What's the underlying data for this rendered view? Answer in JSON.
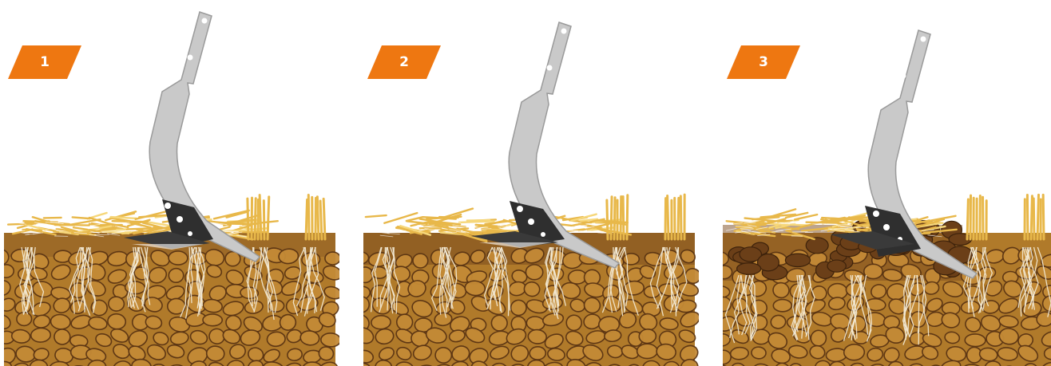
{
  "colors": {
    "badge": "#ee7711",
    "soil": "#b07a2a",
    "soil_dark": "#7a4a1e",
    "stone": "#c48a36",
    "stone_outline": "#5a3413",
    "straw": "#e8b84a",
    "root": "#f4ecd8",
    "shank": "#c9c9c9",
    "share": "#2f2f2f"
  },
  "steps": [
    {
      "label": "1",
      "icon": "tine-shallow-cut"
    },
    {
      "label": "2",
      "icon": "tine-lifting-soil"
    },
    {
      "label": "3",
      "icon": "tine-loosened-soil"
    }
  ]
}
